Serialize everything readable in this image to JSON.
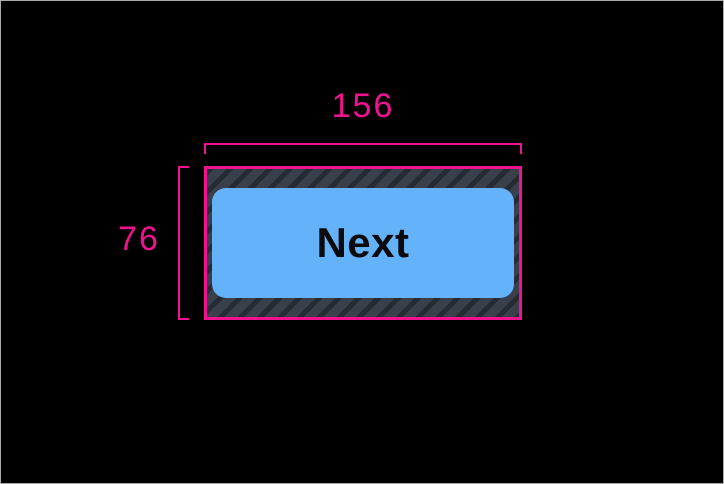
{
  "colors": {
    "background": "#000000",
    "frame-border": "#ababab",
    "annotation-pink": "#f0128f",
    "button-blue": "#64b2fa",
    "button-text": "#0b0b0d",
    "hatch-bg": "#3a404b",
    "hatch-stripe": "#262b33"
  },
  "annotations": {
    "width_label": "156",
    "height_label": "76"
  },
  "button": {
    "label": "Next"
  }
}
